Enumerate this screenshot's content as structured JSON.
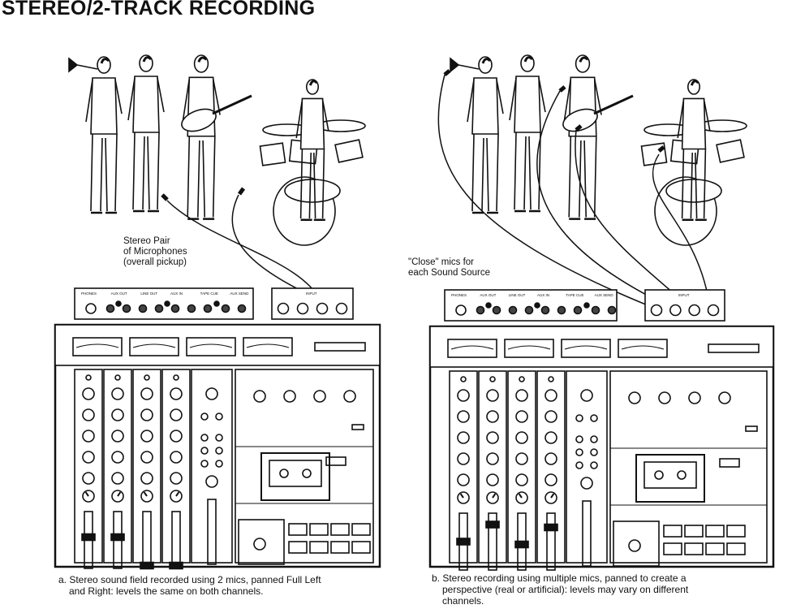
{
  "title": "STEREO/2-TRACK RECORDING",
  "panel_a": {
    "mic_label": [
      "Stereo Pair",
      "of Microphones",
      "(overall pickup)"
    ],
    "caption_line1": "a. Stereo sound field recorded using 2 mics, panned Full Left",
    "caption_line2": "and Right: levels the same on both channels.",
    "fader_levels": [
      0.55,
      0.55,
      0.05,
      0.05
    ]
  },
  "panel_b": {
    "mic_label": [
      "\"Close\" mics for",
      "each Sound Source"
    ],
    "caption_line1": "b. Stereo recording using multiple mics, panned to create a",
    "caption_line2": "perspective (real or artificial): levels may vary on different",
    "caption_line3": "channels.",
    "fader_levels": [
      0.5,
      0.8,
      0.45,
      0.75
    ]
  },
  "patch_labels": [
    "PHONES",
    "AUX OUT",
    "LINE OUT",
    "AUX IN",
    "TAPE CUE",
    "AUX SEND"
  ],
  "input_label": "INPUT"
}
